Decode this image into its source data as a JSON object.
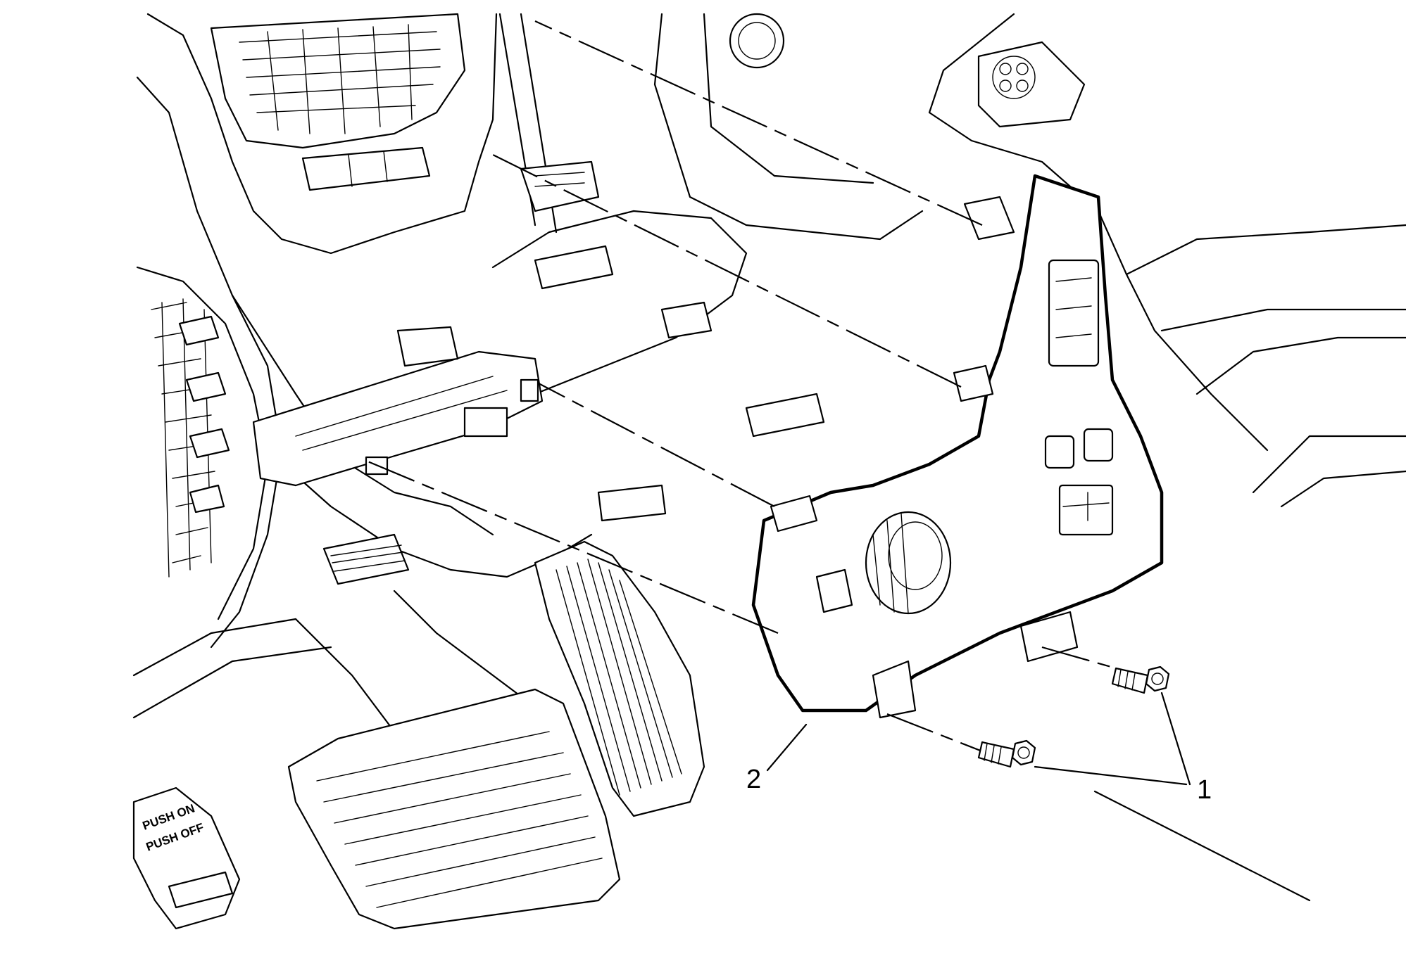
{
  "callouts": [
    {
      "label": "1",
      "target": "bolts"
    },
    {
      "label": "2",
      "target": "knee bolster bracket"
    }
  ],
  "pedal_button": {
    "line1": "PUSH ON",
    "line2": "PUSH OFF"
  },
  "colors": {
    "line": "#000000",
    "background": "#ffffff"
  }
}
